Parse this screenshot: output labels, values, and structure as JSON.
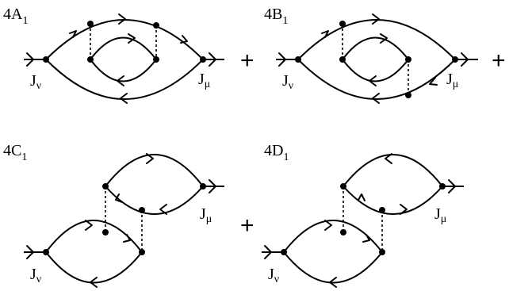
{
  "diagrams": [
    {
      "id": "4A",
      "label_main": "4A",
      "label_sub": "1"
    },
    {
      "id": "4B",
      "label_main": "4B",
      "label_sub": "1"
    },
    {
      "id": "4C",
      "label_main": "4C",
      "label_sub": "1"
    },
    {
      "id": "4D",
      "label_main": "4D",
      "label_sub": "1"
    }
  ],
  "vertex_labels": {
    "nu": {
      "main": "J",
      "sub": "ν"
    },
    "mu": {
      "main": "J",
      "sub": "μ"
    }
  },
  "plus_symbol": "+"
}
